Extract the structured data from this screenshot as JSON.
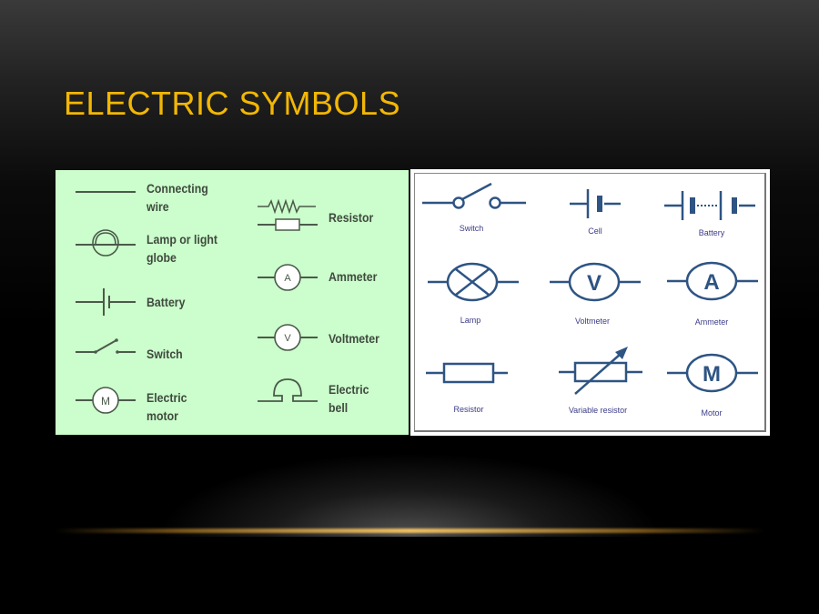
{
  "slide": {
    "title": "ELECTRIC SYMBOLS",
    "title_color": "#f2b705",
    "accent_line_color": "#f0c060"
  },
  "left_panel": {
    "background": "#ccfdcc",
    "items": [
      {
        "symbol": "connecting-wire",
        "label_line1": "Connecting",
        "label_line2": "wire"
      },
      {
        "symbol": "lamp",
        "label_line1": "Lamp or light",
        "label_line2": "globe"
      },
      {
        "symbol": "battery",
        "label_line1": "Battery",
        "label_line2": ""
      },
      {
        "symbol": "switch",
        "label_line1": "Switch",
        "label_line2": ""
      },
      {
        "symbol": "electric-motor",
        "label_line1": "Electric",
        "label_line2": "motor",
        "glyph": "M"
      },
      {
        "symbol": "resistor",
        "label_line1": "Resistor",
        "label_line2": ""
      },
      {
        "symbol": "ammeter",
        "label_line1": "Ammeter",
        "label_line2": "",
        "glyph": "A"
      },
      {
        "symbol": "voltmeter",
        "label_line1": "Voltmeter",
        "label_line2": "",
        "glyph": "V"
      },
      {
        "symbol": "electric-bell",
        "label_line1": "Electric",
        "label_line2": "bell"
      }
    ]
  },
  "right_panel": {
    "background": "#ffffff",
    "symbol_color": "#2e5483",
    "items": [
      {
        "symbol": "switch",
        "label": "Switch"
      },
      {
        "symbol": "cell",
        "label": "Cell"
      },
      {
        "symbol": "battery",
        "label": "Battery"
      },
      {
        "symbol": "lamp",
        "label": "Lamp"
      },
      {
        "symbol": "voltmeter",
        "label": "Voltmeter",
        "glyph": "V"
      },
      {
        "symbol": "ammeter",
        "label": "Ammeter",
        "glyph": "A"
      },
      {
        "symbol": "resistor",
        "label": "Resistor"
      },
      {
        "symbol": "variable-resistor",
        "label": "Variable resistor"
      },
      {
        "symbol": "motor",
        "label": "Motor",
        "glyph": "M"
      }
    ]
  }
}
